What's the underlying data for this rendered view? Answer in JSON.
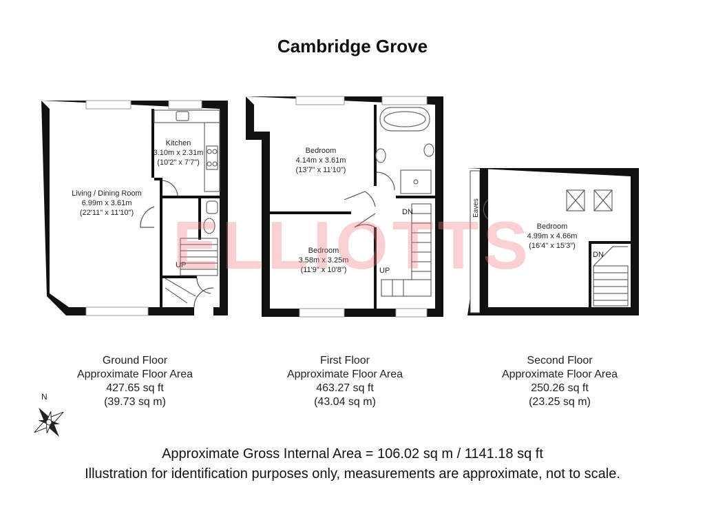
{
  "title": "Cambridge Grove",
  "watermark": "ELLIOTTS",
  "floors": [
    {
      "name": "Ground Floor",
      "area_label": "Approximate Floor Area",
      "sqft": "427.65 sq ft",
      "sqm": "(39.73 sq m)",
      "rooms": [
        {
          "name": "Living / Dining Room",
          "metric": "6.99m x 3.61m",
          "imperial": "(22'11\" x 11'10\")"
        },
        {
          "name": "Kitchen",
          "metric": "3.10m x 2.31m",
          "imperial": "(10'2\" x 7'7\")"
        }
      ],
      "stair_label": "UP"
    },
    {
      "name": "First Floor",
      "area_label": "Approximate Floor Area",
      "sqft": "463.27 sq ft",
      "sqm": "(43.04 sq m)",
      "rooms": [
        {
          "name": "Bedroom",
          "metric": "4.14m x 3.61m",
          "imperial": "(13'7\" x 11'10\")"
        },
        {
          "name": "Bedroom",
          "metric": "3.58m x 3.25m",
          "imperial": "(11'9\" x 10'8\")"
        }
      ],
      "stair_labels": [
        "DN",
        "UP"
      ]
    },
    {
      "name": "Second Floor",
      "area_label": "Approximate Floor Area",
      "sqft": "250.26 sq ft",
      "sqm": "(23.25 sq m)",
      "rooms": [
        {
          "name": "Bedroom",
          "metric": "4.99m x 4.66m",
          "imperial": "(16'4\" x 15'3\")"
        }
      ],
      "eaves_label": "Eaves",
      "stair_label": "DN"
    }
  ],
  "compass": {
    "north_label": "N"
  },
  "footer": {
    "gross_area": "Approximate Gross Internal Area = 106.02 sq m / 1141.18 sq ft",
    "disclaimer": "Illustration for identification purposes only, measurements are approximate, not to scale."
  }
}
